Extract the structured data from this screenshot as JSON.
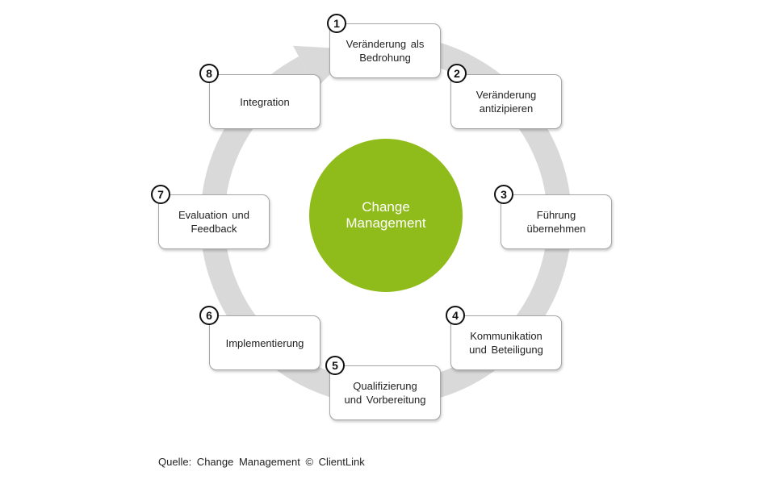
{
  "colors": {
    "center_fill": "#8fbc1a",
    "ring": "#d9d9d9",
    "box_border": "#a6a6a6",
    "badge_border": "#111111"
  },
  "center": {
    "line1": "Change",
    "line2": "Management"
  },
  "steps": [
    {
      "number": "1",
      "line1": "Veränderung als",
      "line2": "Bedrohung"
    },
    {
      "number": "2",
      "line1": "Veränderung",
      "line2": "antizipieren"
    },
    {
      "number": "3",
      "line1": "Führung",
      "line2": "übernehmen"
    },
    {
      "number": "4",
      "line1": "Kommunikation",
      "line2": "und Beteiligung"
    },
    {
      "number": "5",
      "line1": "Qualifizierung",
      "line2": "und Vorbereitung"
    },
    {
      "number": "6",
      "line1": "Implementierung",
      "line2": ""
    },
    {
      "number": "7",
      "line1": "Evaluation und",
      "line2": "Feedback"
    },
    {
      "number": "8",
      "line1": "Integration",
      "line2": ""
    }
  ],
  "source": "Quelle: Change Management © ClientLink"
}
